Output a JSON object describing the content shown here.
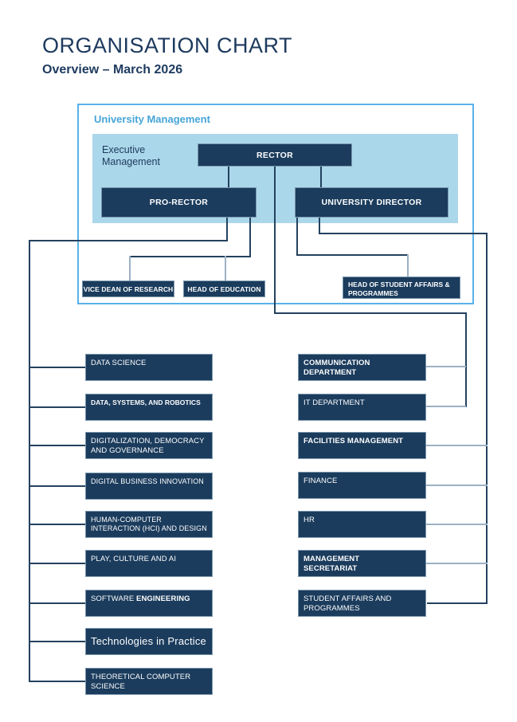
{
  "page": {
    "title": "ORGANISATION CHART",
    "subtitle": "Overview – March 2026"
  },
  "management": {
    "group_label": "University Management",
    "executive_label": "Executive Management",
    "rector": "RECTOR",
    "pro_rector": "PRO-RECTOR",
    "university_director": "UNIVERSITY DIRECTOR",
    "vice_dean_research": "VICE DEAN OF RESEARCH",
    "head_of_education": "HEAD OF EDUCATION",
    "head_student_affairs": {
      "line1": "HEAD OF STUDENT AFFAIRS &",
      "line2": "PROGRAMMES"
    }
  },
  "departments": {
    "left": [
      {
        "lines": [
          "DATA SCIENCE"
        ]
      },
      {
        "lines": [
          "DATA, SYSTEMS, AND ROBOTICS"
        ]
      },
      {
        "lines": [
          "DIGITALIZATION, DEMOCRACY",
          "AND GOVERNANCE"
        ]
      },
      {
        "lines": [
          "DIGITAL BUSINESS INNOVATION"
        ]
      },
      {
        "lines": [
          "HUMAN-COMPUTER",
          "INTERACTION (HCI) AND DESIGN"
        ]
      },
      {
        "lines": [
          "PLAY, CULTURE AND AI"
        ]
      },
      {
        "prefix": "SOFTWARE",
        "bold_part": "ENGINEERING"
      },
      {
        "lines": [
          "Technologies in Practice"
        ]
      },
      {
        "lines": [
          "THEORETICAL COMPUTER",
          "SCIENCE"
        ]
      }
    ],
    "right": [
      {
        "lines": [
          "COMMUNICATION",
          "DEPARTMENT"
        ]
      },
      {
        "lines": [
          "IT DEPARTMENT"
        ]
      },
      {
        "lines": [
          "FACILITIES MANAGEMENT"
        ]
      },
      {
        "lines": [
          "FINANCE"
        ]
      },
      {
        "lines": [
          "HR"
        ]
      },
      {
        "lines": [
          "MANAGEMENT",
          "SECRETARIAT"
        ]
      },
      {
        "lines": [
          "STUDENT AFFAIRS AND",
          "PROGRAMMES"
        ]
      }
    ]
  },
  "colors": {
    "node_fill": "#1b3c5d",
    "node_border": "#7b97ad",
    "panel_fill": "#abd7ea",
    "frame_border": "#58b2e9",
    "group_label_text": "#46a5d8",
    "title_text": "#1d3a5e",
    "connector_dark": "#23425f",
    "connector_light": "#9cb1c4"
  }
}
